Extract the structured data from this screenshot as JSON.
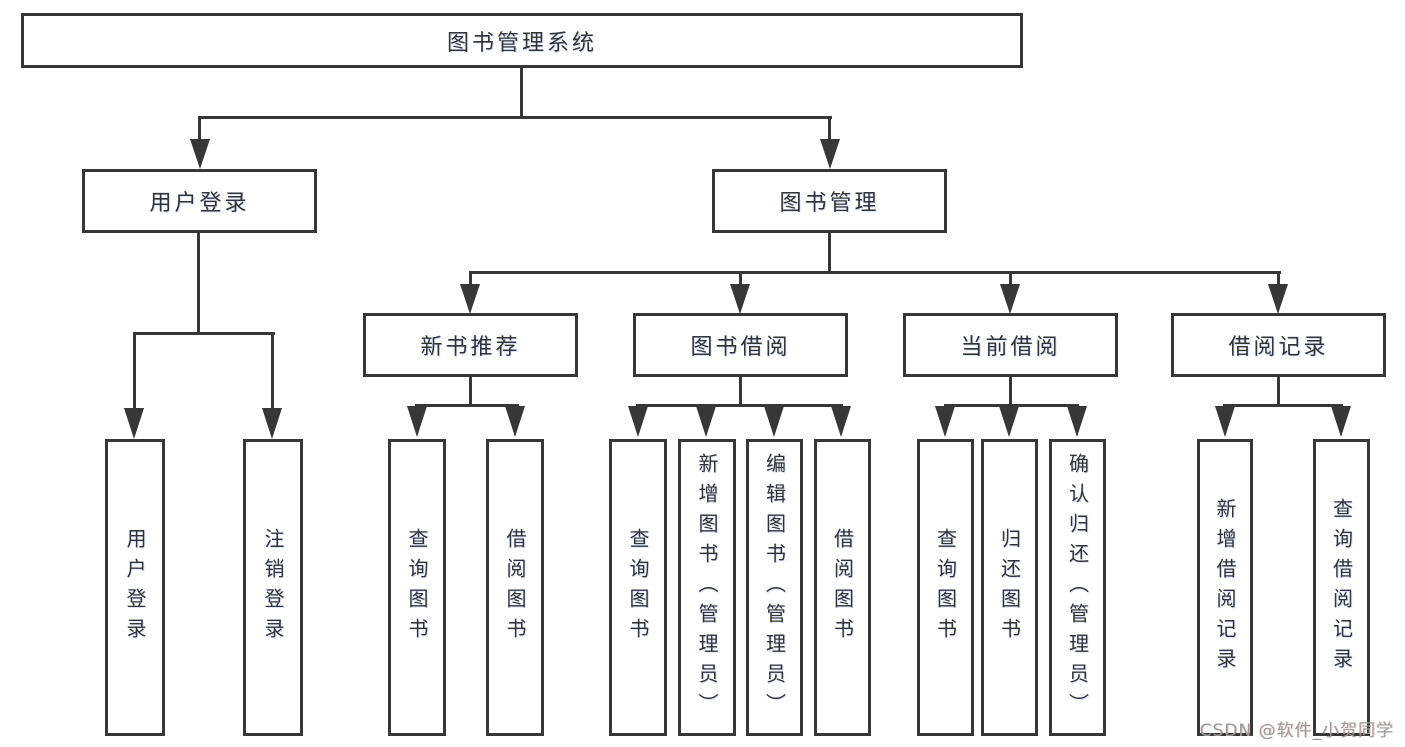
{
  "diagram_type": "hierarchy-tree",
  "colors": {
    "line": "#373737",
    "box_border": "#373737",
    "box_background": "#ffffff",
    "text": "#333333",
    "watermark": "#9c9c9c"
  },
  "tree": {
    "label": "图书管理系统",
    "children": [
      {
        "label": "用户登录",
        "children": [
          {
            "label": "用户登录"
          },
          {
            "label": "注销登录"
          }
        ]
      },
      {
        "label": "图书管理",
        "children": [
          {
            "label": "新书推荐",
            "children": [
              {
                "label": "查询图书"
              },
              {
                "label": "借阅图书"
              }
            ]
          },
          {
            "label": "图书借阅",
            "children": [
              {
                "label": "查询图书"
              },
              {
                "label": "新增图书（管理员）"
              },
              {
                "label": "编辑图书（管理员）"
              },
              {
                "label": "借阅图书"
              }
            ]
          },
          {
            "label": "当前借阅",
            "children": [
              {
                "label": "查询图书"
              },
              {
                "label": "归还图书"
              },
              {
                "label": "确认归还（管理员）"
              }
            ]
          },
          {
            "label": "借阅记录",
            "children": [
              {
                "label": "新增借阅记录"
              },
              {
                "label": "查询借阅记录"
              }
            ]
          }
        ]
      }
    ]
  },
  "watermark": {
    "text": "CSDN @软件_小贺同学"
  }
}
